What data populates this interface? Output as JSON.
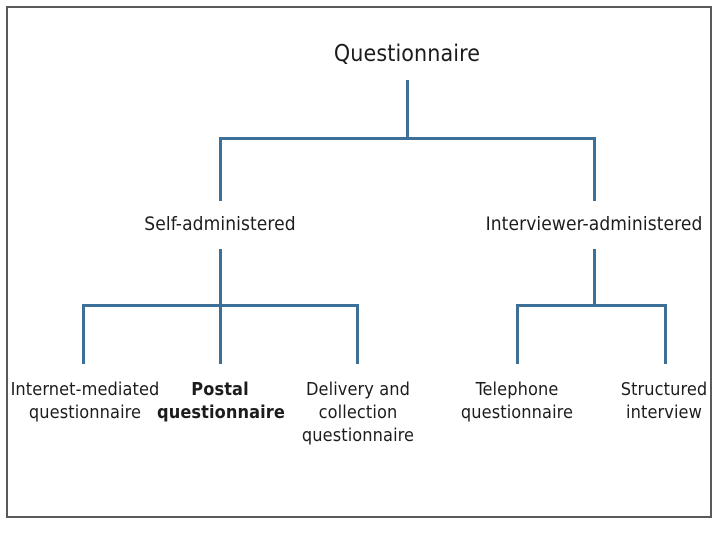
{
  "diagram": {
    "title": "Questionnaire",
    "type": "hierarchy-tree",
    "connector_color": "#3d7099",
    "text_color": "#1c1c1c",
    "frame_color": "#5a5a5a",
    "background": "#ffffff",
    "root": {
      "label": "Questionnaire"
    },
    "branches": [
      {
        "label": "Self-administered",
        "children": [
          {
            "label": "Internet-mediated\nquestionnaire"
          },
          {
            "label": "Postal\nquestionnaire"
          },
          {
            "label": "Delivery and\ncollection\nquestionnaire"
          }
        ]
      },
      {
        "label": "Interviewer-administered",
        "children": [
          {
            "label": "Telephone\nquestionnaire"
          },
          {
            "label": "Structured\ninterview"
          }
        ]
      }
    ]
  }
}
